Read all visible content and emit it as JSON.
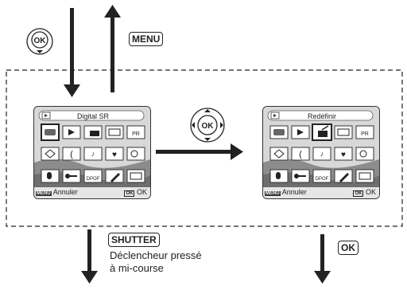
{
  "keys": {
    "menu": "MENU",
    "shutter": "SHUTTER",
    "ok": "OK",
    "ok_button": "OK"
  },
  "shutter_caption_line1": "Déclencheur pressé",
  "shutter_caption_line2": "à mi-course",
  "screen_left": {
    "title": "Digital SR",
    "cancel_label": "Annuler",
    "ok_label": "OK",
    "menu_key": "MENU",
    "ok_key": "OK"
  },
  "screen_right": {
    "title": "Redéfinir",
    "cancel_label": "Annuler",
    "ok_label": "OK",
    "menu_key": "MENU",
    "ok_key": "OK"
  },
  "icons": [
    "digital-sr-icon",
    "playback-icon",
    "split-screen-icon",
    "frame-icon",
    "photo-print-icon",
    "rotate-icon",
    "red-eye-icon",
    "voice-memo-icon",
    "favorite-icon",
    "filter-icon",
    "voice-record-icon",
    "protect-icon",
    "dpof-icon",
    "edit-icon",
    "slideshow-icon"
  ],
  "colors": {
    "dashed_border": "#222222",
    "arrow": "#222222",
    "screen_bg": "#e9e9e9"
  }
}
